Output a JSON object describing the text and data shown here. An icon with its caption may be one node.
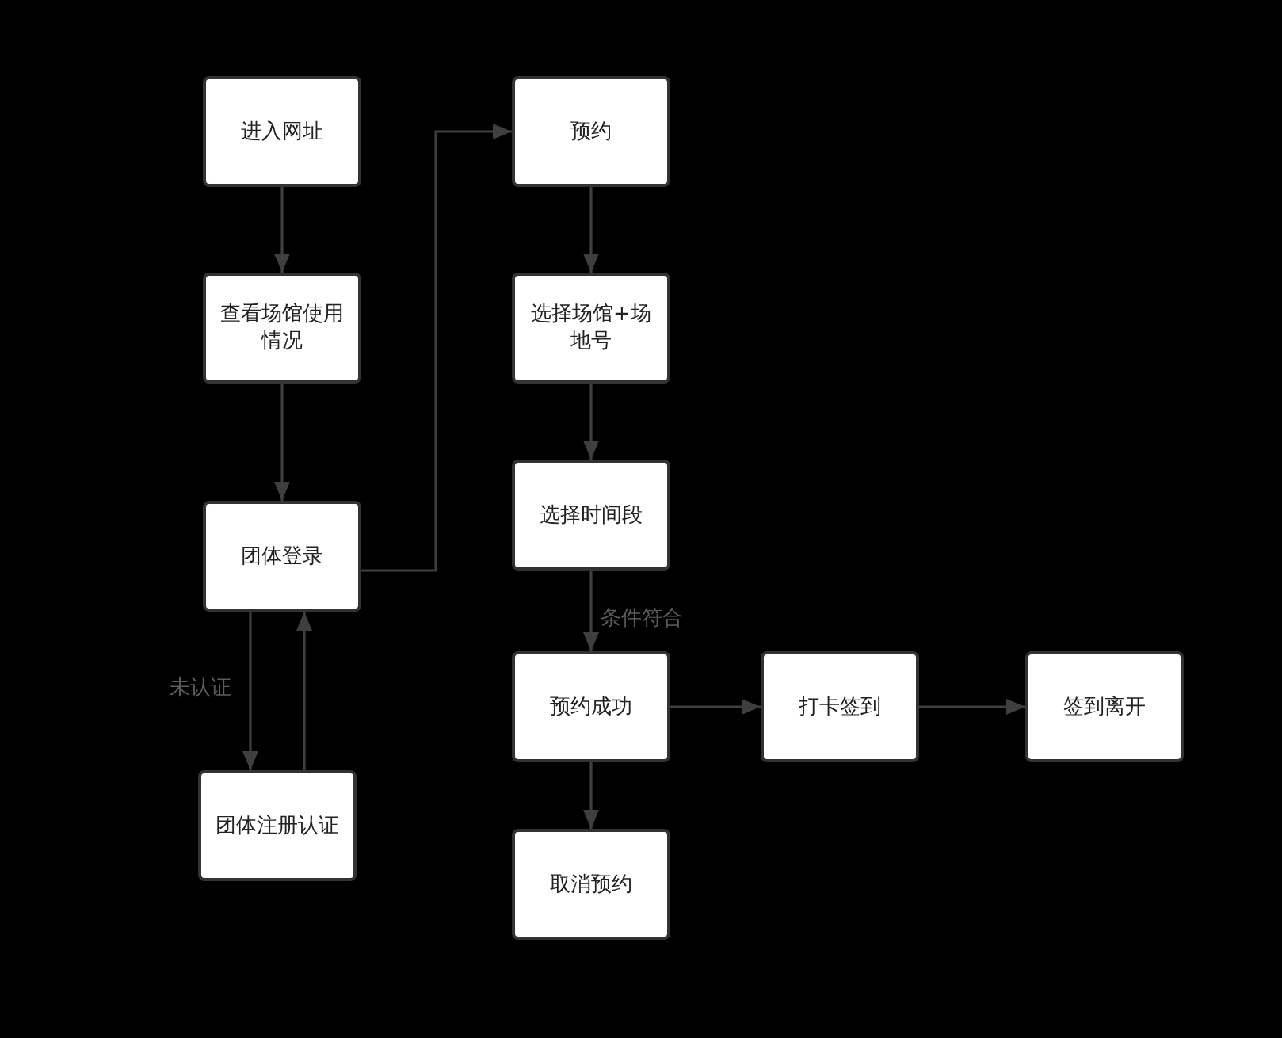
{
  "diagram": {
    "nodes": [
      {
        "text": [
          "进入网址"
        ]
      },
      {
        "text": [
          "查看场馆使用情况"
        ]
      },
      {
        "text": [
          "团体登录"
        ]
      },
      {
        "text": [
          "团体注册认证"
        ]
      },
      {
        "text": [
          "预约"
        ]
      },
      {
        "text": [
          "选择场馆+场地号"
        ]
      },
      {
        "text": [
          "选择时间段"
        ]
      },
      {
        "text": [
          "预约成功"
        ]
      },
      {
        "text": [
          "取消预约"
        ]
      },
      {
        "text": [
          "打卡签到"
        ]
      },
      {
        "text": [
          "签到离开"
        ]
      }
    ],
    "edges": [
      {
        "from": 0,
        "to": 1,
        "arrow": "to"
      },
      {
        "from": 1,
        "to": 2,
        "arrow": "to"
      },
      {
        "from": 2,
        "to": 4,
        "arrow": "to"
      },
      {
        "from": 2,
        "to": 3,
        "arrow": "to",
        "label": "未认证"
      },
      {
        "from": 3,
        "to": 2,
        "arrow": "to"
      },
      {
        "from": 4,
        "to": 5,
        "arrow": "to"
      },
      {
        "from": 5,
        "to": 6,
        "arrow": "to"
      },
      {
        "from": 6,
        "to": 7,
        "arrow": "to",
        "label": "条件符合"
      },
      {
        "from": 7,
        "to": 9,
        "arrow": "to"
      },
      {
        "from": 9,
        "to": 10,
        "arrow": "to"
      },
      {
        "from": 7,
        "to": 8,
        "arrow": "to"
      }
    ]
  }
}
